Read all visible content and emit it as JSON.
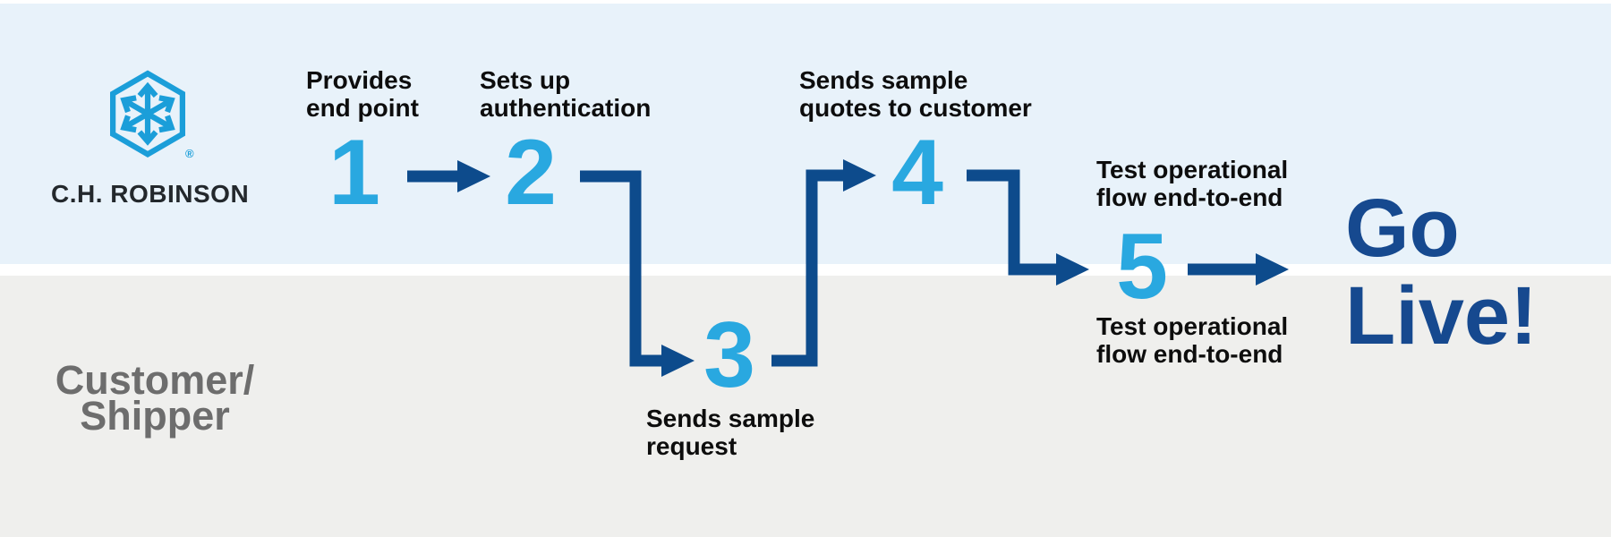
{
  "diagram": {
    "type": "process-flow-swimlane",
    "colors": {
      "lane_top_bg": "#e8f2fa",
      "lane_bottom_bg": "#efefed",
      "lane_divider": "#ffffff",
      "step_number_blue": "#29a8e0",
      "arrow_navy": "#0d4b8c",
      "outcome_navy": "#16498f",
      "label_text": "#0d0d0d",
      "customer_gray": "#6d6d6d",
      "logo_blue": "#1b9ed9",
      "logo_text": "#23282c"
    }
  },
  "logo": {
    "icon": "chrobinson-hexagon-arrows",
    "wordmark": "C.H. ROBINSON",
    "registered": "®"
  },
  "lanes": {
    "top_owner_wordmark": "C.H. ROBINSON",
    "bottom": {
      "label_line1": "Customer/",
      "label_line2": "Shipper"
    }
  },
  "steps": [
    {
      "number": "1",
      "lane": "top",
      "label_lines": [
        "Provides",
        "end point"
      ]
    },
    {
      "number": "2",
      "lane": "top",
      "label_lines": [
        "Sets up",
        "authentication"
      ]
    },
    {
      "number": "3",
      "lane": "bottom",
      "label_lines": [
        "Sends sample",
        "request"
      ]
    },
    {
      "number": "4",
      "lane": "top",
      "label_lines": [
        "Sends sample",
        "quotes to customer"
      ]
    },
    {
      "number": "5",
      "lane": "boundary",
      "label_above_lines": [
        "Test operational",
        "flow end-to-end"
      ],
      "label_below_lines": [
        "Test operational",
        "flow end-to-end"
      ]
    }
  ],
  "flow": [
    "step-1 to step-2",
    "step-2 to step-3",
    "step-3 to step-4",
    "step-4 to step-5",
    "step-5 to go-live"
  ],
  "outcome": {
    "line1": "Go",
    "line2": "Live!"
  }
}
